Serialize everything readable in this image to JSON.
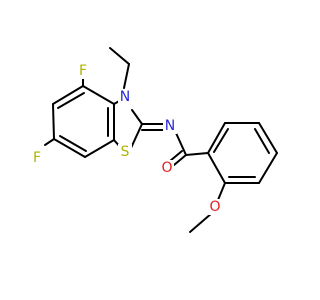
{
  "molecule": {
    "atoms": {
      "F_top": {
        "symbol": "F",
        "color": "#b2b200"
      },
      "F_left": {
        "symbol": "F",
        "color": "#b2b200"
      },
      "N_ring": {
        "symbol": "N",
        "color": "#2a2ad4"
      },
      "S_ring": {
        "symbol": "S",
        "color": "#b2b200"
      },
      "N_imine": {
        "symbol": "N",
        "color": "#2a2ad4"
      },
      "O_carbonyl": {
        "symbol": "O",
        "color": "#e02020"
      },
      "O_methoxy": {
        "symbol": "O",
        "color": "#e02020"
      }
    }
  }
}
